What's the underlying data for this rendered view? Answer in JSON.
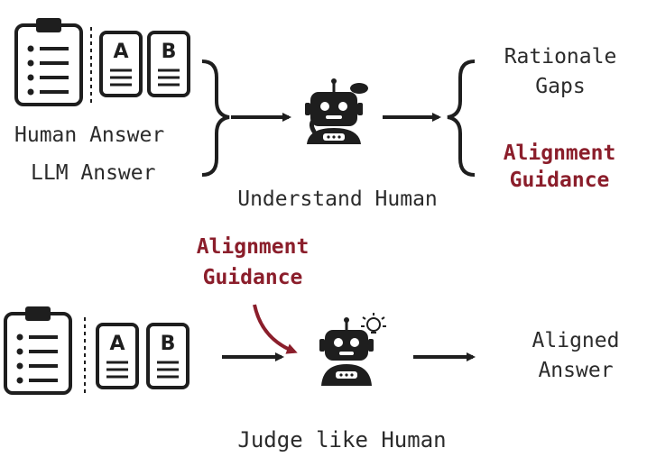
{
  "top": {
    "human_answer": "Human Answer",
    "llm_answer": "LLM Answer",
    "understand_caption": "Understand Human",
    "output_line1": "Rationale",
    "output_line2": "Gaps",
    "guidance_line1": "Alignment",
    "guidance_line2": "Guidance"
  },
  "bottom": {
    "guidance_line1": "Alignment",
    "guidance_line2": "Guidance",
    "judge_caption": "Judge like Human",
    "output_line1": "Aligned",
    "output_line2": "Answer"
  },
  "card_letters": {
    "a": "A",
    "b": "B"
  },
  "colors": {
    "accent": "#8b1e2b",
    "ink": "#1e1e1e",
    "text": "#2b2b2b"
  },
  "icons": [
    "clipboard-icon",
    "answer-card-a-icon",
    "answer-card-b-icon",
    "robot-thinking-icon",
    "robot-idea-icon",
    "arrow-icon",
    "curly-brace-icon"
  ]
}
